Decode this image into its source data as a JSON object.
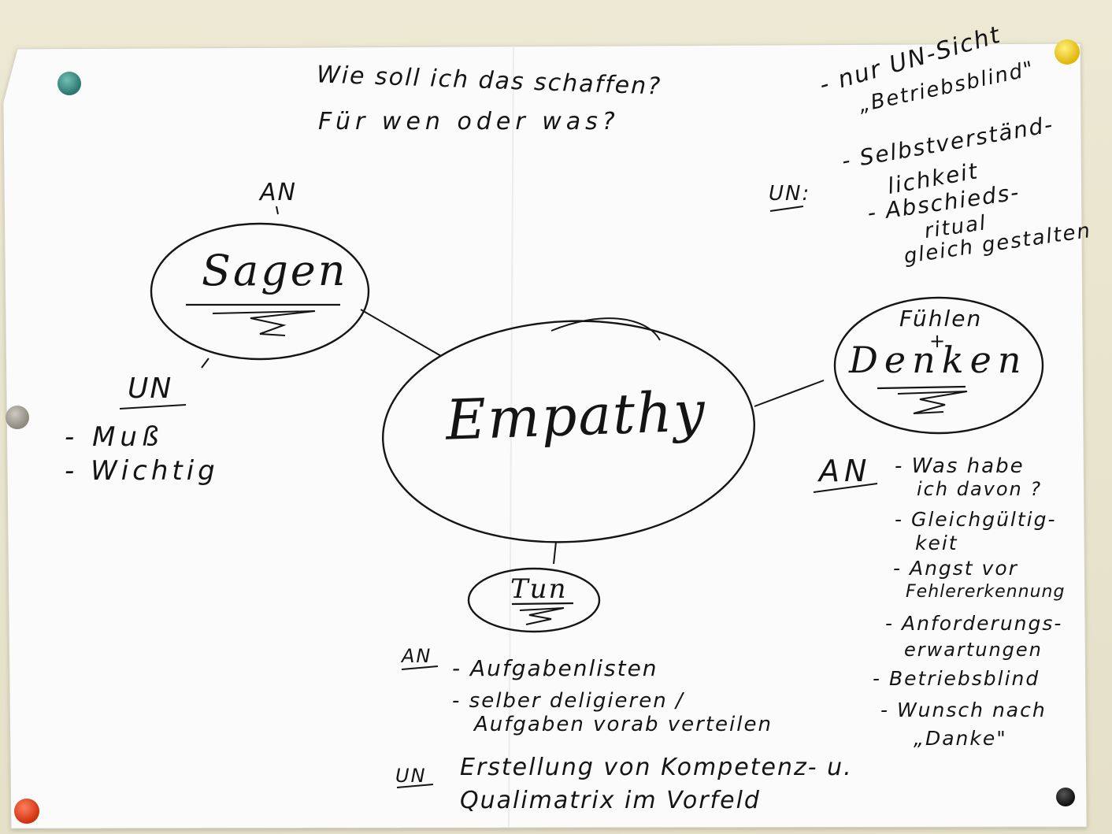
{
  "title_question": {
    "line1": "Wie soll ich das schaffen?",
    "line2": "Für wen oder was?"
  },
  "center": {
    "label": "Empathy"
  },
  "nodes": {
    "sagen": {
      "top_label": "AN",
      "label": "Sagen"
    },
    "fuehlen_denken": {
      "line1": "Fühlen",
      "plus": "+",
      "line2": "Denken"
    },
    "tun": {
      "label": "Tun"
    }
  },
  "left_notes": {
    "heading": "UN",
    "items": [
      "- Muß",
      "- Wichtig"
    ]
  },
  "top_right_notes": {
    "line1": "- nur UN-Sicht",
    "line2": "„Betriebsblind\"",
    "label": "UN:",
    "item1_line1": "- Selbstverständ-",
    "item1_line2": "lichkeit",
    "item2_line1": "- Abschieds-",
    "item2_line2": "ritual",
    "item2_line3": "gleich gestalten"
  },
  "right_notes": {
    "heading": "AN",
    "items": [
      "- Was habe",
      "ich davon ?",
      "- Gleichgültig-",
      "keit",
      "- Angst vor",
      "Fehlererkennung",
      "- Anforderungs-",
      "erwartungen",
      "- Betriebsblind",
      "- Wunsch nach",
      "„Danke\""
    ]
  },
  "bottom_notes": {
    "an_label": "AN",
    "an_item1": "- Aufgabenlisten",
    "an_item2_line1": "- selber deligieren /",
    "an_item2_line2": "Aufgaben vorab verteilen",
    "un_label": "UN",
    "un_line1": "Erstellung von Kompetenz- u.",
    "un_line2": "Qualimatrix im Vorfeld"
  },
  "colors": {
    "paper": "#fbfbfb",
    "ink": "#141414",
    "magnet_teal": "#3a8f86",
    "magnet_yellow": "#f2d21b",
    "magnet_grey": "#a9a59c",
    "magnet_red": "#e8421c",
    "magnet_black": "#222222"
  }
}
